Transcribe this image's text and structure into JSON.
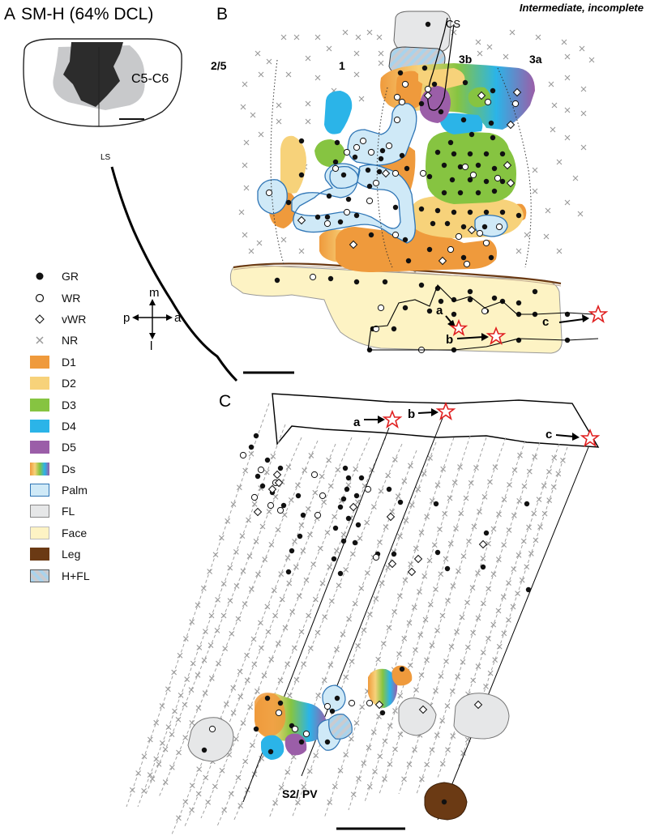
{
  "panel_a": {
    "label": "A",
    "title": "SM-H (64% DCL)",
    "segment_label": "C5-C6",
    "sulcus_label": "LS"
  },
  "panel_b": {
    "label": "B",
    "subtitle": "Intermediate, incomplete",
    "area_labels": [
      "2/5",
      "1",
      "3b",
      "3a"
    ],
    "sulcus_label": "CS",
    "site_labels": [
      "a",
      "b",
      "c"
    ]
  },
  "panel_c": {
    "label": "C",
    "site_labels": [
      "a",
      "b",
      "c"
    ],
    "region_label": "S2/ PV"
  },
  "orientation": {
    "up": "m",
    "down": "l",
    "left": "p",
    "right": "a"
  },
  "legend": [
    {
      "label": "GR",
      "symbol": "filled-circle"
    },
    {
      "label": "WR",
      "symbol": "open-circle"
    },
    {
      "label": "vWR",
      "symbol": "open-diamond"
    },
    {
      "label": "NR",
      "symbol": "cross"
    },
    {
      "label": "D1",
      "color": "#ef9a3c"
    },
    {
      "label": "D2",
      "color": "#f7d27a"
    },
    {
      "label": "D3",
      "color": "#86c441"
    },
    {
      "label": "D4",
      "color": "#2bb4e8"
    },
    {
      "label": "D5",
      "color": "#9b5ea8"
    },
    {
      "label": "Ds",
      "color": "gradient"
    },
    {
      "label": "Palm",
      "color": "#cfe9f7"
    },
    {
      "label": "FL",
      "color": "#e6e7e8"
    },
    {
      "label": "Face",
      "color": "#fdf3c4"
    },
    {
      "label": "Leg",
      "color": "#6b3a14"
    },
    {
      "label": "H+FL",
      "color": "hatched"
    }
  ]
}
